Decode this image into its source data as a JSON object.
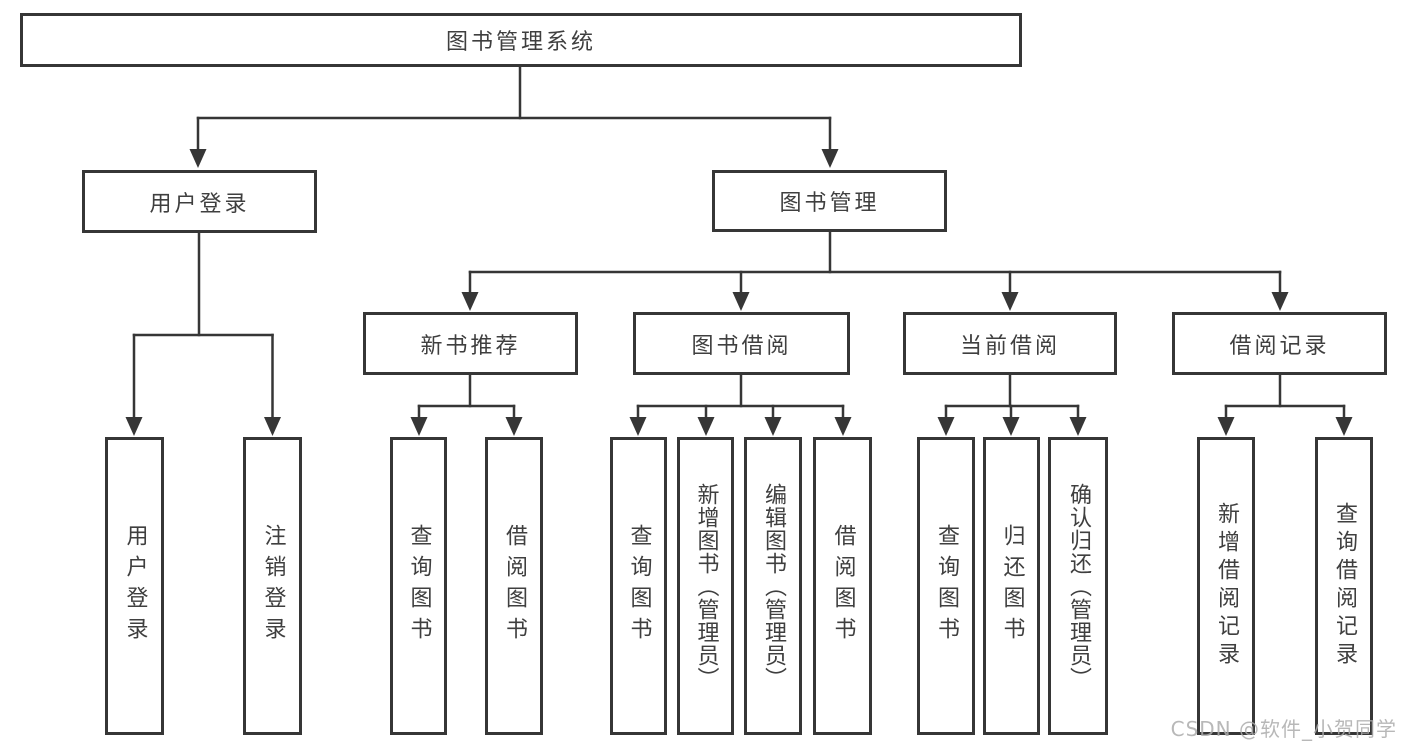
{
  "tree": {
    "label": "图书管理系统",
    "children": [
      {
        "label": "用户登录",
        "children": [
          {
            "label": "用户登录"
          },
          {
            "label": "注销登录"
          }
        ]
      },
      {
        "label": "图书管理",
        "children": [
          {
            "label": "新书推荐",
            "children": [
              {
                "label": "查询图书"
              },
              {
                "label": "借阅图书"
              }
            ]
          },
          {
            "label": "图书借阅",
            "children": [
              {
                "label": "查询图书"
              },
              {
                "label": "新增图书（管理员）"
              },
              {
                "label": "编辑图书（管理员）"
              },
              {
                "label": "借阅图书"
              }
            ]
          },
          {
            "label": "当前借阅",
            "children": [
              {
                "label": "查询图书"
              },
              {
                "label": "归还图书"
              },
              {
                "label": "确认归还（管理员）"
              }
            ]
          },
          {
            "label": "借阅记录",
            "children": [
              {
                "label": "新增借阅记录"
              },
              {
                "label": "查询借阅记录"
              }
            ]
          }
        ]
      }
    ]
  },
  "watermark": {
    "text": "CSDN @软件_小贺同学"
  },
  "colors": {
    "line": "#363636",
    "box_border": "#363636",
    "text": "#3f3f3f",
    "background": "#ffffff",
    "watermark": "#acacac"
  }
}
